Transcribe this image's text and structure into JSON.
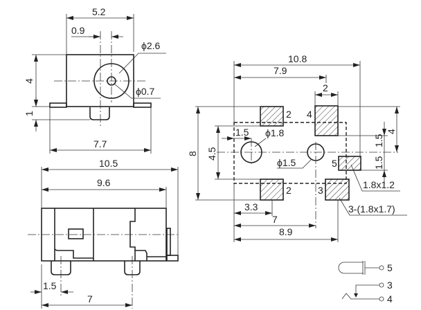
{
  "front_view": {
    "width_dim": "5.2",
    "offset_dim": "0.9",
    "outer_diameter": "ϕ2.6",
    "pin_diameter": "ϕ0.7",
    "height_dim": "4",
    "pin_height_dim": "1",
    "overall_width_dim": "7.7"
  },
  "side_view": {
    "overall_length_dim": "10.5",
    "body_length_dim": "9.6",
    "pin1_offset_dim": "1.5",
    "pin_spacing_dim": "7"
  },
  "footprint": {
    "overall_width_dim": "10.8",
    "pad4_offset_dim": "7.9",
    "pad4_width_dim": "2",
    "height_dim": "8",
    "body_height_dim": "4.5",
    "pad4_height_dim": "4",
    "pad5_upper_dim": "1.5",
    "pad5_lower_dim": "1.5",
    "hole1_offset_dim": "1.5",
    "hole1_diameter": "ϕ1.8",
    "hole2_diameter": "ϕ1.5",
    "pad5_size": "1.8x1.2",
    "pads_size": "3-(1.8x1.7)",
    "pad2_offset_dim": "3.3",
    "hole2_offset_dim": "7",
    "pad3_offset_dim": "8.9",
    "pad_labels": {
      "top_left": "2",
      "top_right": "4",
      "bottom_left": "2",
      "bottom_right": "3",
      "right": "5"
    }
  },
  "schematic": {
    "pin_labels": [
      "5",
      "3",
      "4"
    ]
  }
}
